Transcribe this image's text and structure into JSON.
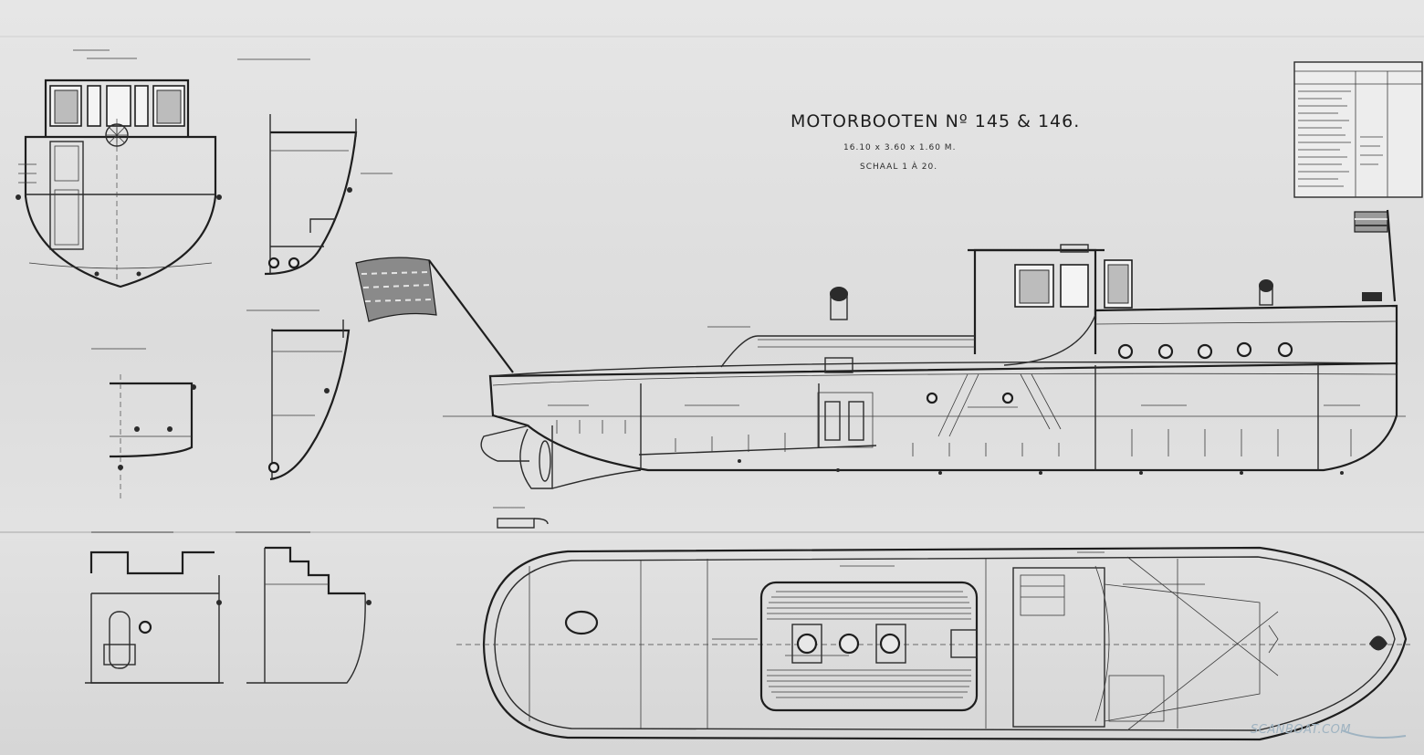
{
  "drawing": {
    "title": "MOTORBOOTEN Nº 145 & 146.",
    "dimensions": "16.10 x 3.60 x 1.60 M.",
    "scale": "SCHAAL 1 À 20."
  },
  "watermark": {
    "text": "SCANBOAT.COM"
  },
  "colors": {
    "paper": "#dcdcdc",
    "ink": "#2b2b2b",
    "watermark": "#9fb3c1"
  }
}
